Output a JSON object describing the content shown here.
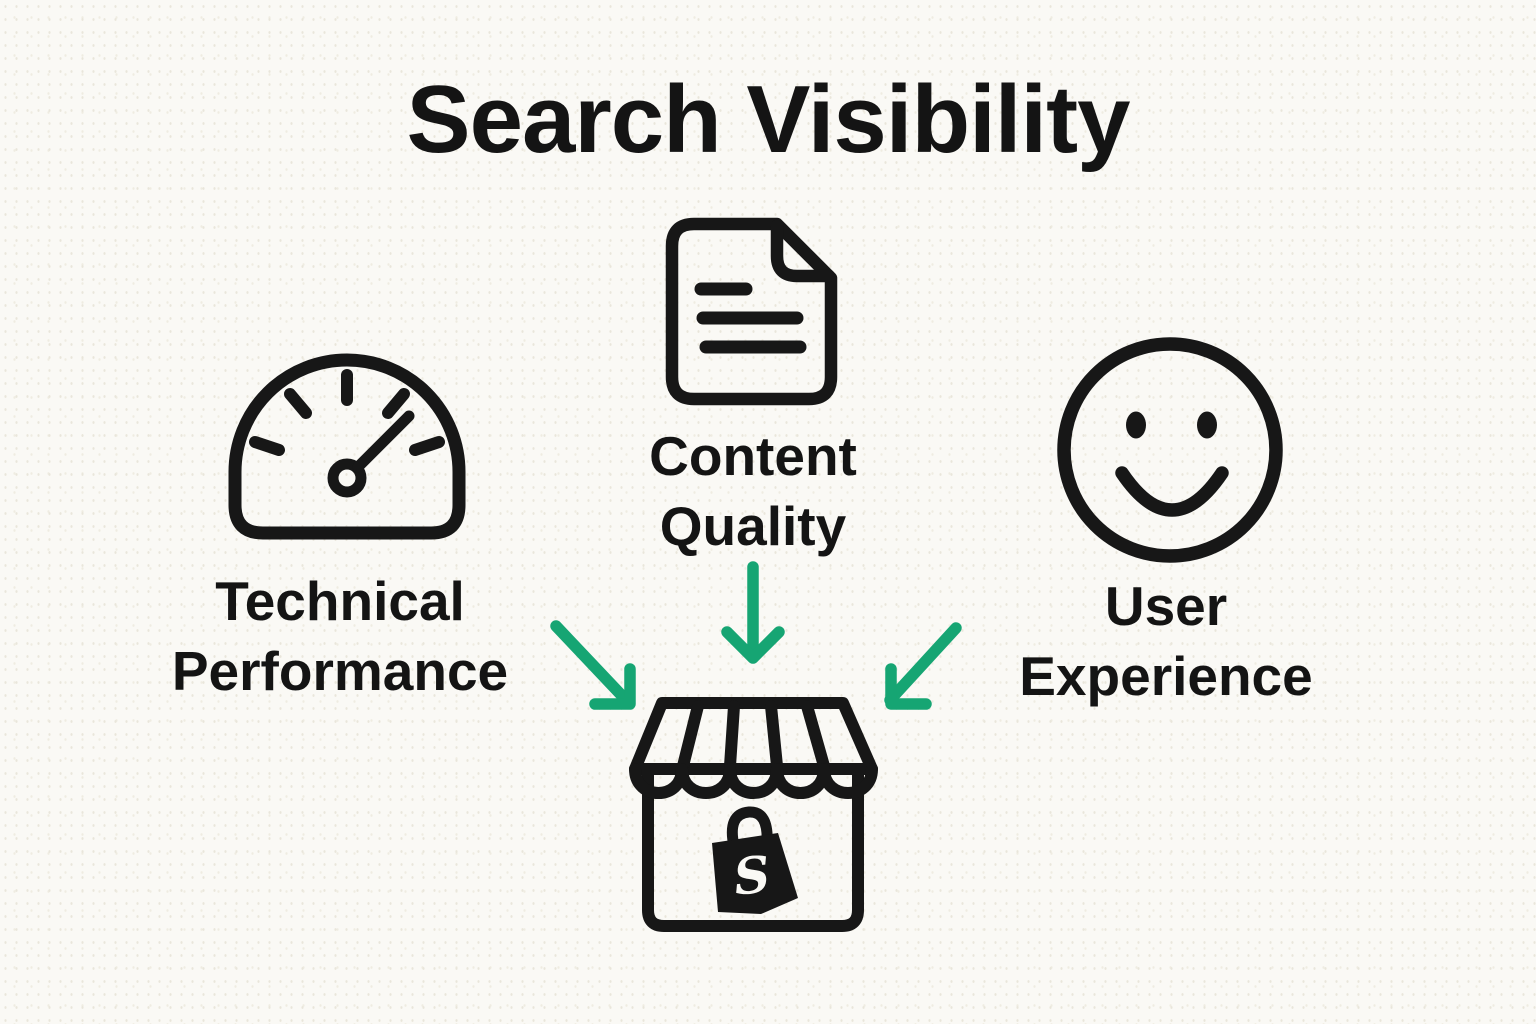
{
  "title": "Search Visibility",
  "colors": {
    "ink": "#141414",
    "accent_green": "#16A573",
    "background": "#FAF9F5"
  },
  "factors": [
    {
      "name": "technical-performance",
      "icon": "speedometer-icon",
      "line1": "Technical",
      "line2": "Performance"
    },
    {
      "name": "content-quality",
      "icon": "document-icon",
      "line1": "Content",
      "line2": "Quality"
    },
    {
      "name": "user-experience",
      "icon": "smiley-face-icon",
      "line1": "User",
      "line2": "Experience"
    }
  ],
  "store": {
    "icon": "storefront-icon",
    "logo": "shopify-bag-logo",
    "logo_letter": "S"
  }
}
